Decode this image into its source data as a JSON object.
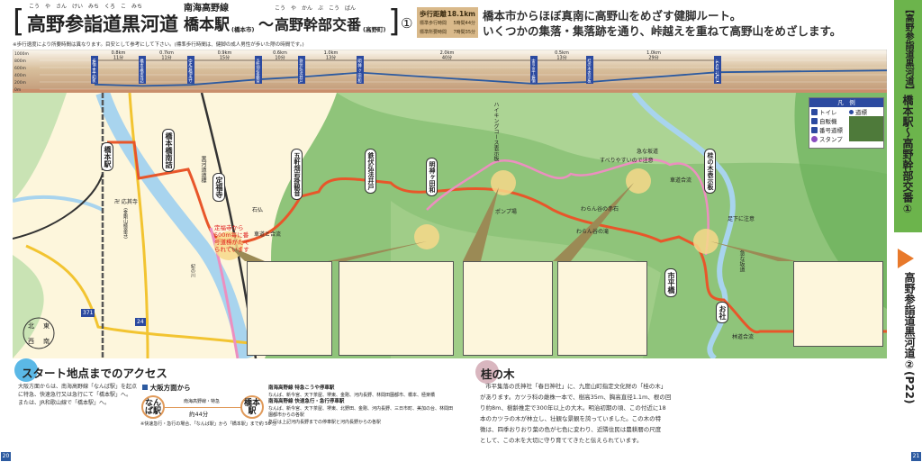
{
  "header": {
    "title_main": "高野参詣道黒河道",
    "title_main_ruby": "こう　や　さん　けい　みち　くろ　こ　みち",
    "line": "南海高野線",
    "start": "橋本駅",
    "start_city": "(橋本市)",
    "tilde": "〜",
    "end": "高野幹部交番",
    "end_ruby": "こう　や　かん　ぶ　こう　ばん",
    "end_city": "(高野町)",
    "number": "①",
    "bracket_open": "[",
    "bracket_close": "]",
    "note": "※歩行速度により所要時間は異なります。目安として参考にして下さい。(標準歩行時間は、健脚の成人男性が歩いた際の時間です。)"
  },
  "summary": {
    "distance_label": "歩行距離",
    "distance": "18.1km",
    "std_time_label": "標準歩行時間",
    "std_time": "5時間44分",
    "req_time_label": "標準所要時間",
    "req_time": "7時間35分"
  },
  "lead": [
    "橋本市からほぼ真南に高野山をめざす健脚ルート。",
    "いくつかの集落・集落跡を通り、峠越えを重ねて高野山をめざします。"
  ],
  "profile": {
    "y_ticks": [
      "1000m",
      "800m",
      "600m",
      "400m",
      "200m",
      "0m"
    ],
    "stations": [
      {
        "name": "橋本駅",
        "elev": 130
      },
      {
        "name": "橋本橋南詰",
        "elev": 90
      },
      {
        "name": "定福寺",
        "elev": 120
      },
      {
        "name": "五軒畑岩掛観音",
        "elev": 270
      },
      {
        "name": "鉄伏弘法井戸",
        "elev": 340
      },
      {
        "name": "明神ヶ田和",
        "elev": 460
      },
      {
        "name": "市平橋",
        "elev": 150
      },
      {
        "name": "桂の木表示板",
        "elev": 200
      },
      {
        "name": "お社",
        "elev": 470
      }
    ],
    "segments": [
      {
        "dist": "0.8km",
        "time": "11分"
      },
      {
        "dist": "0.7km",
        "time": "11分"
      },
      {
        "dist": "0.9km",
        "time": "15分"
      },
      {
        "dist": "0.6km",
        "time": "10分"
      },
      {
        "dist": "1.0km",
        "time": "13分"
      },
      {
        "dist": "2.0km",
        "time": "40分"
      },
      {
        "dist": "0.5km",
        "time": "13分"
      },
      {
        "dist": "1.0km",
        "time": "29分"
      }
    ],
    "end_elev": 520,
    "line_color": "#2c5aa0"
  },
  "map": {
    "places": {
      "hashimoto_st": "橋本駅",
      "hashimoto_bridge": "橋本橋南詰",
      "jofukuji": "定福寺",
      "gokenbata": "五軒畑岩掛観音",
      "kanabuse": "鉄伏弘法井戸",
      "myojin": "明神ヶ田和",
      "ichidaira": "市平橋",
      "katsura": "桂の木表示板",
      "oyashiro": "お社",
      "ishibotoke": "石仏",
      "shado": "車道と合流",
      "pump": "ポンプ場",
      "course_sign": "ハイキングコース表示板",
      "waran_red": "わらん谷の赤石",
      "waran_fall": "わらん谷の滝",
      "steep": "急な坂道",
      "slippery": "すべりやすいので注意",
      "road_merge": "車道合流",
      "ashimoto": "足下に注意",
      "steep2": "急な坂道",
      "rindo": "林道合流",
      "temple": "卍 応其寺",
      "temple_sub": "(金剛山極楽寺)",
      "kuroko_sign": "黒河道道標",
      "red_note": "定福寺から500m毎に番号道標がたてられています",
      "river": "紀の川",
      "route24": "24",
      "route371": "371"
    },
    "compass": [
      "北",
      "東",
      "南",
      "西"
    ],
    "legend": {
      "title": "凡　例",
      "items": [
        {
          "icon": "toilet-icon",
          "label": "トイレ"
        },
        {
          "icon": "vending-icon",
          "label": "自販機"
        },
        {
          "icon": "signpost-number-icon",
          "label": "番号道標"
        },
        {
          "icon": "stamp-icon",
          "label": "スタンプ"
        },
        {
          "icon": "signpost-icon",
          "label": "道標"
        }
      ]
    },
    "colors": {
      "route": "#e8562a",
      "alt_route": "#ec8fc0",
      "river": "#a8d4ee",
      "mountain": "#8fc47a",
      "town": "#fdf6dc",
      "road": "#f2c431"
    }
  },
  "access": {
    "heading": "スタート地点までのアクセス",
    "text": [
      "大阪方面からは、南海高野線「なんば駅」を起点",
      "に特急、快速急行又は急行にて「橋本駅」へ。",
      "または、JR和歌山線で「橋本駅」へ。"
    ],
    "from_label": "大阪方面から",
    "from_st": "なんば駅",
    "to_st": "橋本駅",
    "via": "南海高野線・特急",
    "duration": "約44分",
    "footnote": "※快速急行・急行の場合、「なんば駅」から「橋本駅」まで約 50 分",
    "stops": [
      {
        "title": "南海高野線 特急こうや停車駅",
        "text": "なんば、新今宮、天下茶屋、堺東、金剛、河内長野、林間田園都市、橋本、極楽橋"
      },
      {
        "title": "南海高野線 快速急行・急行停車駅",
        "text": "なんば、新今宮、天下茶屋、堺東、北野田、金剛、河内長野、三日市町、美加の台、林間田園都市からの各駅"
      },
      {
        "title": "",
        "text": "急行は上記河内長野までの停車駅と河内長野からの各駅"
      }
    ]
  },
  "katsura": {
    "heading": "桂の木",
    "text": [
      "市平集落の氏神社「春日神社」に、九度山町指定文化財の「桂の木」",
      "があります。カツラ科の雌株一本で、樹高35m、胸高直径1.1m、根の回",
      "り約8m、樹齢推定で300年以上の大木。明治初期の頃、この付近に18",
      "本のカツラの木が林立し、壮観な景観を誇っていました。この木の特",
      "徴は、四季おりおり葉の色が七色に変わり、近隣住民は農耕暦の尺度",
      "として、この木を大切に守り育ててきたと伝えられています。"
    ]
  },
  "side_tab": {
    "bracket": "【高野参詣道黒河道】",
    "text": "橋本駅〜高野幹部交番①",
    "next": "高野参詣道黒河道②(P22)"
  },
  "pages": {
    "left": "20",
    "right": "21"
  }
}
